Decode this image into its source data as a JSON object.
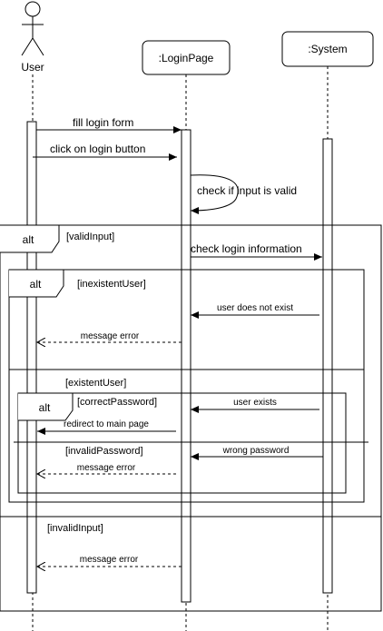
{
  "participants": {
    "user": "User",
    "login_page": ":LoginPage",
    "system": ":System"
  },
  "messages": {
    "fill_login_form": "fill login form",
    "click_login_button": "click on login button",
    "check_input_valid": "check if input is valid",
    "check_login_info": "check login information",
    "user_not_exist": "user does not exist",
    "message_error_1": "message error",
    "user_exists": "user exists",
    "redirect_main": "redirect to main page",
    "wrong_password": "wrong password",
    "message_error_2": "message error",
    "message_error_3": "message error"
  },
  "fragments": {
    "outer_operator": "alt",
    "inner_operator": "alt",
    "password_operator": "alt"
  },
  "guards": {
    "valid_input": "[validInput]",
    "inexistent_user": "[inexistentUser]",
    "existent_user": "[existentUser]",
    "correct_password": "[correctPassword]",
    "invalid_password": "[invalidPassword]",
    "invalid_input": "[invalidInput]"
  }
}
